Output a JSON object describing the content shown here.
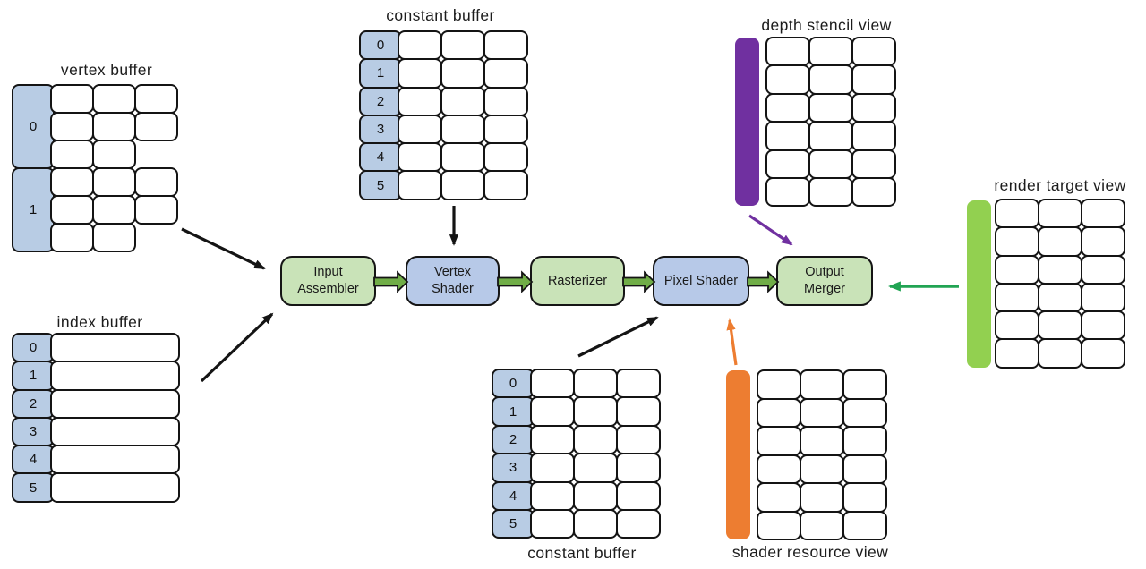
{
  "diagram": {
    "titles": {
      "vertex_buffer": "vertex buffer",
      "index_buffer": "index buffer",
      "constant_buffer_top": "constant buffer",
      "constant_buffer_bottom": "constant buffer",
      "depth_stencil_view": "depth stencil view",
      "render_target_view": "render target view",
      "shader_resource_view": "shader resource view"
    },
    "buffers": {
      "vertex_buffer": {
        "label_col": {
          "rows": 2,
          "cols": 1,
          "labels": [
            "0",
            "1"
          ]
        },
        "cells": {
          "rows": 6,
          "cols": 3,
          "missing": [
            [
              2,
              2
            ],
            [
              5,
              2
            ]
          ]
        }
      },
      "index_buffer": {
        "label_col": {
          "rows": 6,
          "cols": 1,
          "labels": [
            "0",
            "1",
            "2",
            "3",
            "4",
            "5"
          ]
        },
        "cells": {
          "rows": 6,
          "cols": 1
        }
      },
      "constant_buffer_top": {
        "label_col": {
          "rows": 6,
          "cols": 1,
          "labels": [
            "0",
            "1",
            "2",
            "3",
            "4",
            "5"
          ]
        },
        "cells": {
          "rows": 6,
          "cols": 3
        }
      },
      "constant_buffer_bottom": {
        "label_col": {
          "rows": 6,
          "cols": 1,
          "labels": [
            "0",
            "1",
            "2",
            "3",
            "4",
            "5"
          ]
        },
        "cells": {
          "rows": 6,
          "cols": 3
        }
      },
      "depth_stencil_view": {
        "cells": {
          "rows": 6,
          "cols": 3
        }
      },
      "render_target_view": {
        "cells": {
          "rows": 6,
          "cols": 3
        }
      },
      "shader_resource_view": {
        "cells": {
          "rows": 6,
          "cols": 3
        }
      }
    },
    "pipeline": {
      "stages": [
        {
          "label": "Input Assembler",
          "color": "green"
        },
        {
          "label": "Vertex Shader",
          "color": "blue"
        },
        {
          "label": "Rasterizer",
          "color": "green"
        },
        {
          "label": "Pixel Shader",
          "color": "blue"
        },
        {
          "label": "Output Merger",
          "color": "green"
        }
      ]
    },
    "colors": {
      "label_blue": "#b8cce4",
      "box_green": "#c9e3b8",
      "box_blue": "#b7c9e8",
      "bar_purple": "#7030a0",
      "bar_green": "#92d050",
      "bar_orange": "#ed7d31",
      "block_arrow_green": "#70ad47",
      "arrow_black": "#141414",
      "arrow_purple": "#7030a0",
      "arrow_orange": "#ed7d31",
      "arrow_green": "#21a453",
      "cell_border": "#141414"
    }
  }
}
